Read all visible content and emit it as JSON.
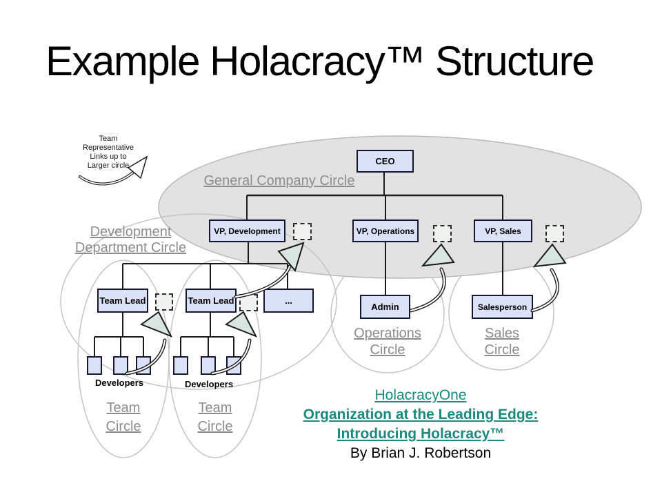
{
  "slide": {
    "title": "Example Holacracy™ Structure",
    "legend": {
      "line1": "Team",
      "line2": "Representative",
      "line3": "Links up to",
      "line4": "Larger circle"
    },
    "diagram": {
      "general_circle_label": "General Company Circle",
      "development_circle_line1": "Development",
      "development_circle_line2": "Department Circle",
      "operations_circle_line1": "Operations",
      "operations_circle_line2": "Circle",
      "sales_circle_line1": "Sales",
      "sales_circle_line2": "Circle",
      "team_circle_1_line1": "Team",
      "team_circle_1_line2": "Circle",
      "team_circle_2_line1": "Team",
      "team_circle_2_line2": "Circle",
      "boxes": {
        "ceo": "CEO",
        "vp_development": "VP, Development",
        "vp_operations": "VP, Operations",
        "vp_sales": "VP, Sales",
        "team_lead_1": "Team Lead",
        "team_lead_2": "Team Lead",
        "ellipsis": "...",
        "admin": "Admin",
        "salesperson": "Salesperson"
      },
      "developers_label_1": "Developers",
      "developers_label_2": "Developers"
    },
    "footer": {
      "link_line1": "HolacracyOne",
      "link_line2": "Organization at the Leading Edge:",
      "link_line3": "Introducing Holacracy™",
      "byline": "By Brian J. Robertson"
    },
    "colors": {
      "box_fill": "#dbe1f6",
      "box_border": "#16162e",
      "company_ellipse_fill": "#e2e2e2",
      "circle_outline": "#c4c4c4",
      "label_gray": "#8c8c8c",
      "link_teal": "#1a8a7f",
      "arrowhead_fill": "#d8e6df"
    }
  }
}
